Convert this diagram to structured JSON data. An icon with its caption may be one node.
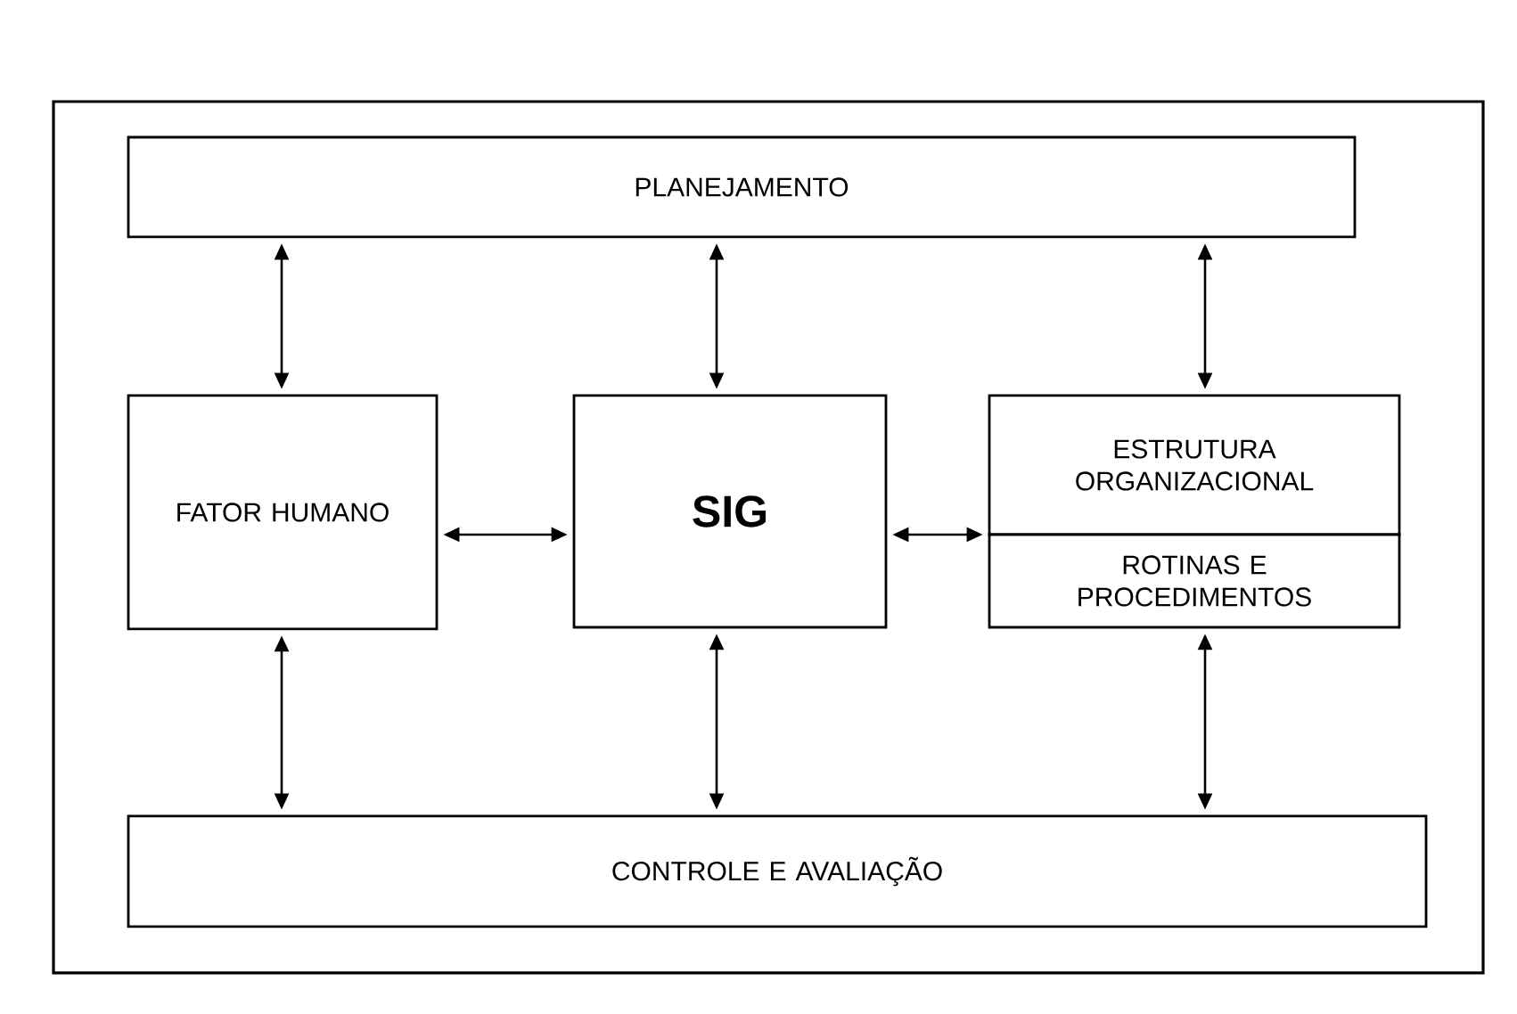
{
  "diagram": {
    "nodes": [
      {
        "text": [
          "PLANEJAMENTO"
        ]
      },
      {
        "text": [
          "FATOR HUMANO"
        ]
      },
      {
        "text": [
          "SIG"
        ]
      },
      {
        "text": [
          "ESTRUTURA ORGANIZACIONAL"
        ]
      },
      {
        "text": [
          "ROTINAS E PROCEDIMENTOS"
        ]
      },
      {
        "text": [
          "CONTROLE E AVALIAÇÃO"
        ]
      }
    ],
    "edges": [
      {
        "from": 0,
        "to": 1,
        "arrow": "both"
      },
      {
        "from": 0,
        "to": 2,
        "arrow": "both"
      },
      {
        "from": 0,
        "to": 3,
        "arrow": "both"
      },
      {
        "from": 1,
        "to": 2,
        "arrow": "both"
      },
      {
        "from": 2,
        "to": 3,
        "arrow": "both"
      },
      {
        "from": 1,
        "to": 5,
        "arrow": "both"
      },
      {
        "from": 2,
        "to": 5,
        "arrow": "both"
      },
      {
        "from": 4,
        "to": 5,
        "arrow": "both"
      }
    ]
  }
}
